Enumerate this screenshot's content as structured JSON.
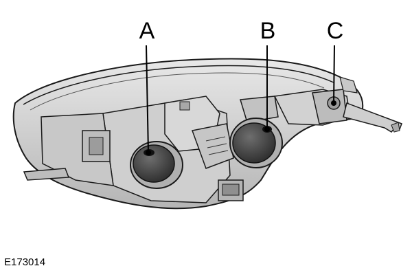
{
  "figure": {
    "subject": "headlamp-assembly-rear-view",
    "callouts": [
      {
        "letter": "A"
      },
      {
        "letter": "B"
      },
      {
        "letter": "C"
      }
    ],
    "reference_code": "E173014"
  },
  "colors": {
    "housing_light": "#e2e2e2",
    "housing_mid": "#c4c4c4",
    "housing_dark": "#9a9a9a",
    "outline": "#1a1a1a",
    "cap_dark": "#3a3a3a",
    "leader_line": "#000000"
  }
}
